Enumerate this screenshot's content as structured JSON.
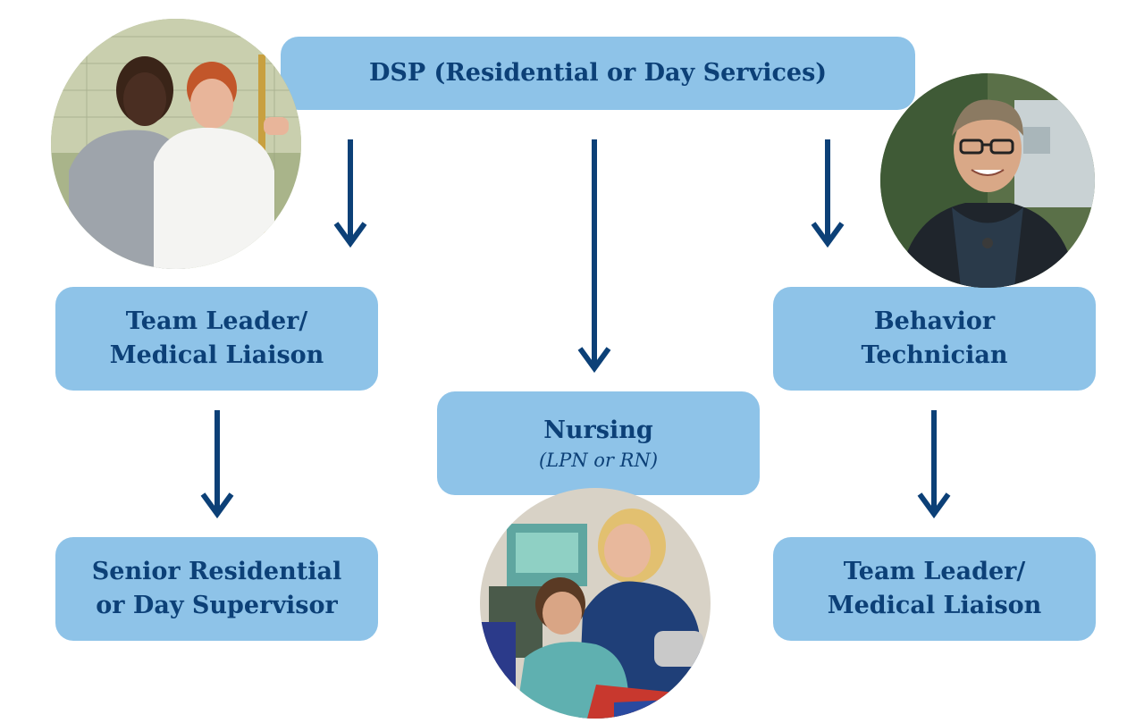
{
  "nodes": {
    "dsp": {
      "lines": [
        "DSP (Residential or Day Services)"
      ]
    },
    "team_leader_left": {
      "lines": [
        "Team Leader/",
        "Medical Liaison"
      ]
    },
    "senior_supervisor": {
      "lines": [
        "Senior Residential",
        "or Day Supervisor"
      ]
    },
    "nursing": {
      "lines": [
        "Nursing"
      ],
      "note": "(LPN or RN)"
    },
    "behavior_technician": {
      "lines": [
        "Behavior",
        "Technician"
      ]
    },
    "team_leader_right": {
      "lines": [
        "Team Leader/",
        "Medical Liaison"
      ]
    }
  },
  "colors": {
    "box_fill": "#8ec3e8",
    "text": "#0c4077",
    "arrow": "#0c4077"
  },
  "photos": [
    {
      "name": "two-people-photo",
      "alt": "two smiling people outdoors"
    },
    {
      "name": "man-with-glasses-photo",
      "alt": "smiling man with glasses"
    },
    {
      "name": "nurse-and-patient-photo",
      "alt": "nurse caring for a smiling patient"
    }
  ]
}
